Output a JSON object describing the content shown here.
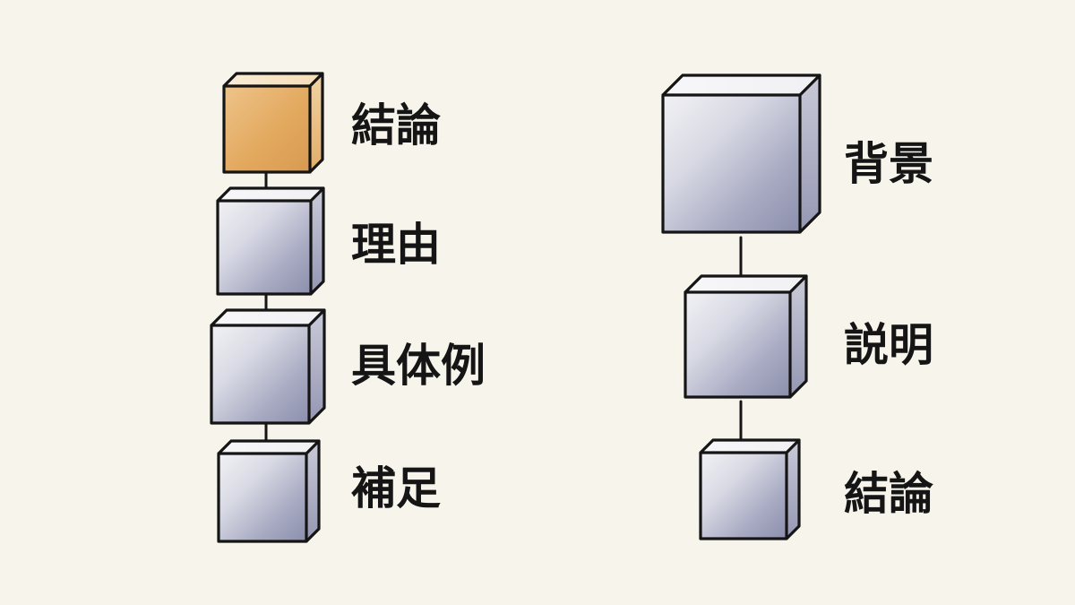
{
  "colors": {
    "background": "#f7f4ec",
    "ink": "#151515",
    "highlight_cube": "#e8b46e",
    "plain_cube": "#9a9cb6"
  },
  "diagrams": {
    "left": {
      "items": [
        {
          "label": "結論",
          "highlight": true
        },
        {
          "label": "理由",
          "highlight": false
        },
        {
          "label": "具体例",
          "highlight": false
        },
        {
          "label": "補足",
          "highlight": false
        }
      ]
    },
    "right": {
      "items": [
        {
          "label": "背景",
          "highlight": false
        },
        {
          "label": "説明",
          "highlight": false
        },
        {
          "label": "結論",
          "highlight": false
        }
      ]
    }
  }
}
